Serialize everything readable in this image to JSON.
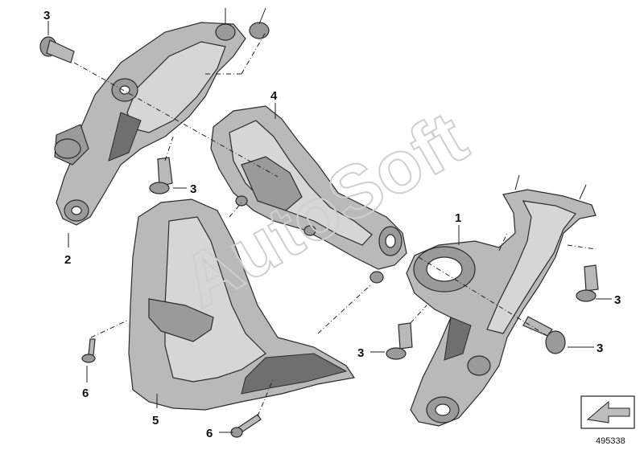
{
  "callouts": {
    "c1": "1",
    "c2": "2",
    "c3a": "3",
    "c3b": "3",
    "c3c": "3",
    "c3d": "3",
    "c3e": "3",
    "c4": "4",
    "c5": "5",
    "c6a": "6",
    "c6b": "6"
  },
  "watermark": "AutoSoft",
  "document_id": "495338",
  "icon": "navigation-arrow-icon",
  "colors": {
    "part_fill": "#b9b9b9",
    "outline": "#2b2b2b",
    "watermark": "#cfcfcf"
  }
}
